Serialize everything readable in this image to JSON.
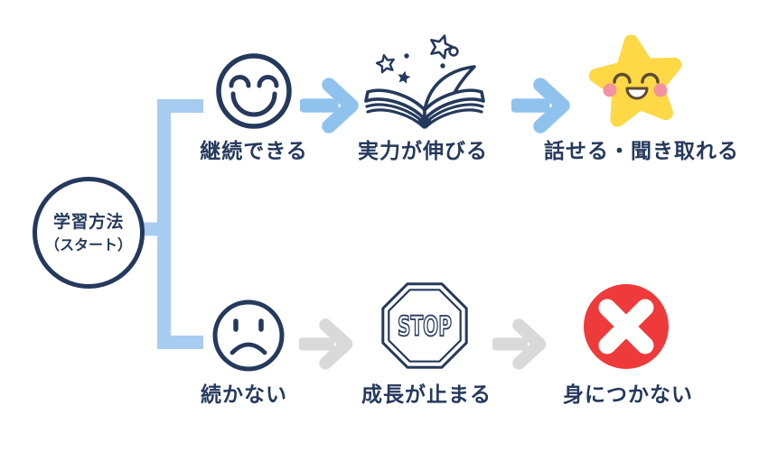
{
  "colors": {
    "navy": "#25395c",
    "connector_blue": "#a7ccf1",
    "arrow_blue": "#8fc3ee",
    "arrow_gray": "#d9d9d9",
    "star_yellow": "#ffd845",
    "error_red": "#ee3a3a",
    "cheek_pink": "#f2939f",
    "face_brown": "#5d4a33"
  },
  "start": {
    "line1": "学習方法",
    "line2": "（スタート）"
  },
  "top_path": {
    "step1": "継続できる",
    "step2": "実力が伸びる",
    "step3": "話せる・聞き取れる"
  },
  "bottom_path": {
    "step1": "続かない",
    "step2": "成長が止まる",
    "step3": "身につかない"
  },
  "stop_sign": {
    "text": "STOP"
  },
  "icons": {
    "top": [
      "smiley-face-icon",
      "open-book-sparkles-icon",
      "happy-star-icon"
    ],
    "bottom": [
      "sad-face-icon",
      "stop-sign-icon",
      "red-cross-icon"
    ]
  }
}
